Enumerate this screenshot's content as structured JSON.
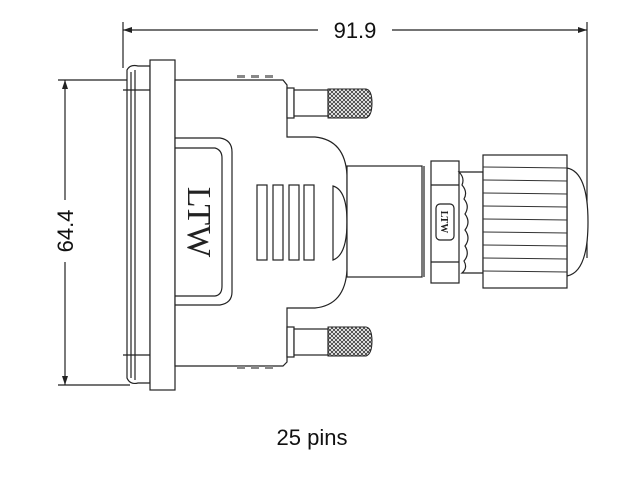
{
  "drawing": {
    "width_dimension": "91.9",
    "height_dimension": "64.4",
    "caption": "25 pins",
    "body_logo": "LTW",
    "nut_logo": "LTW"
  }
}
